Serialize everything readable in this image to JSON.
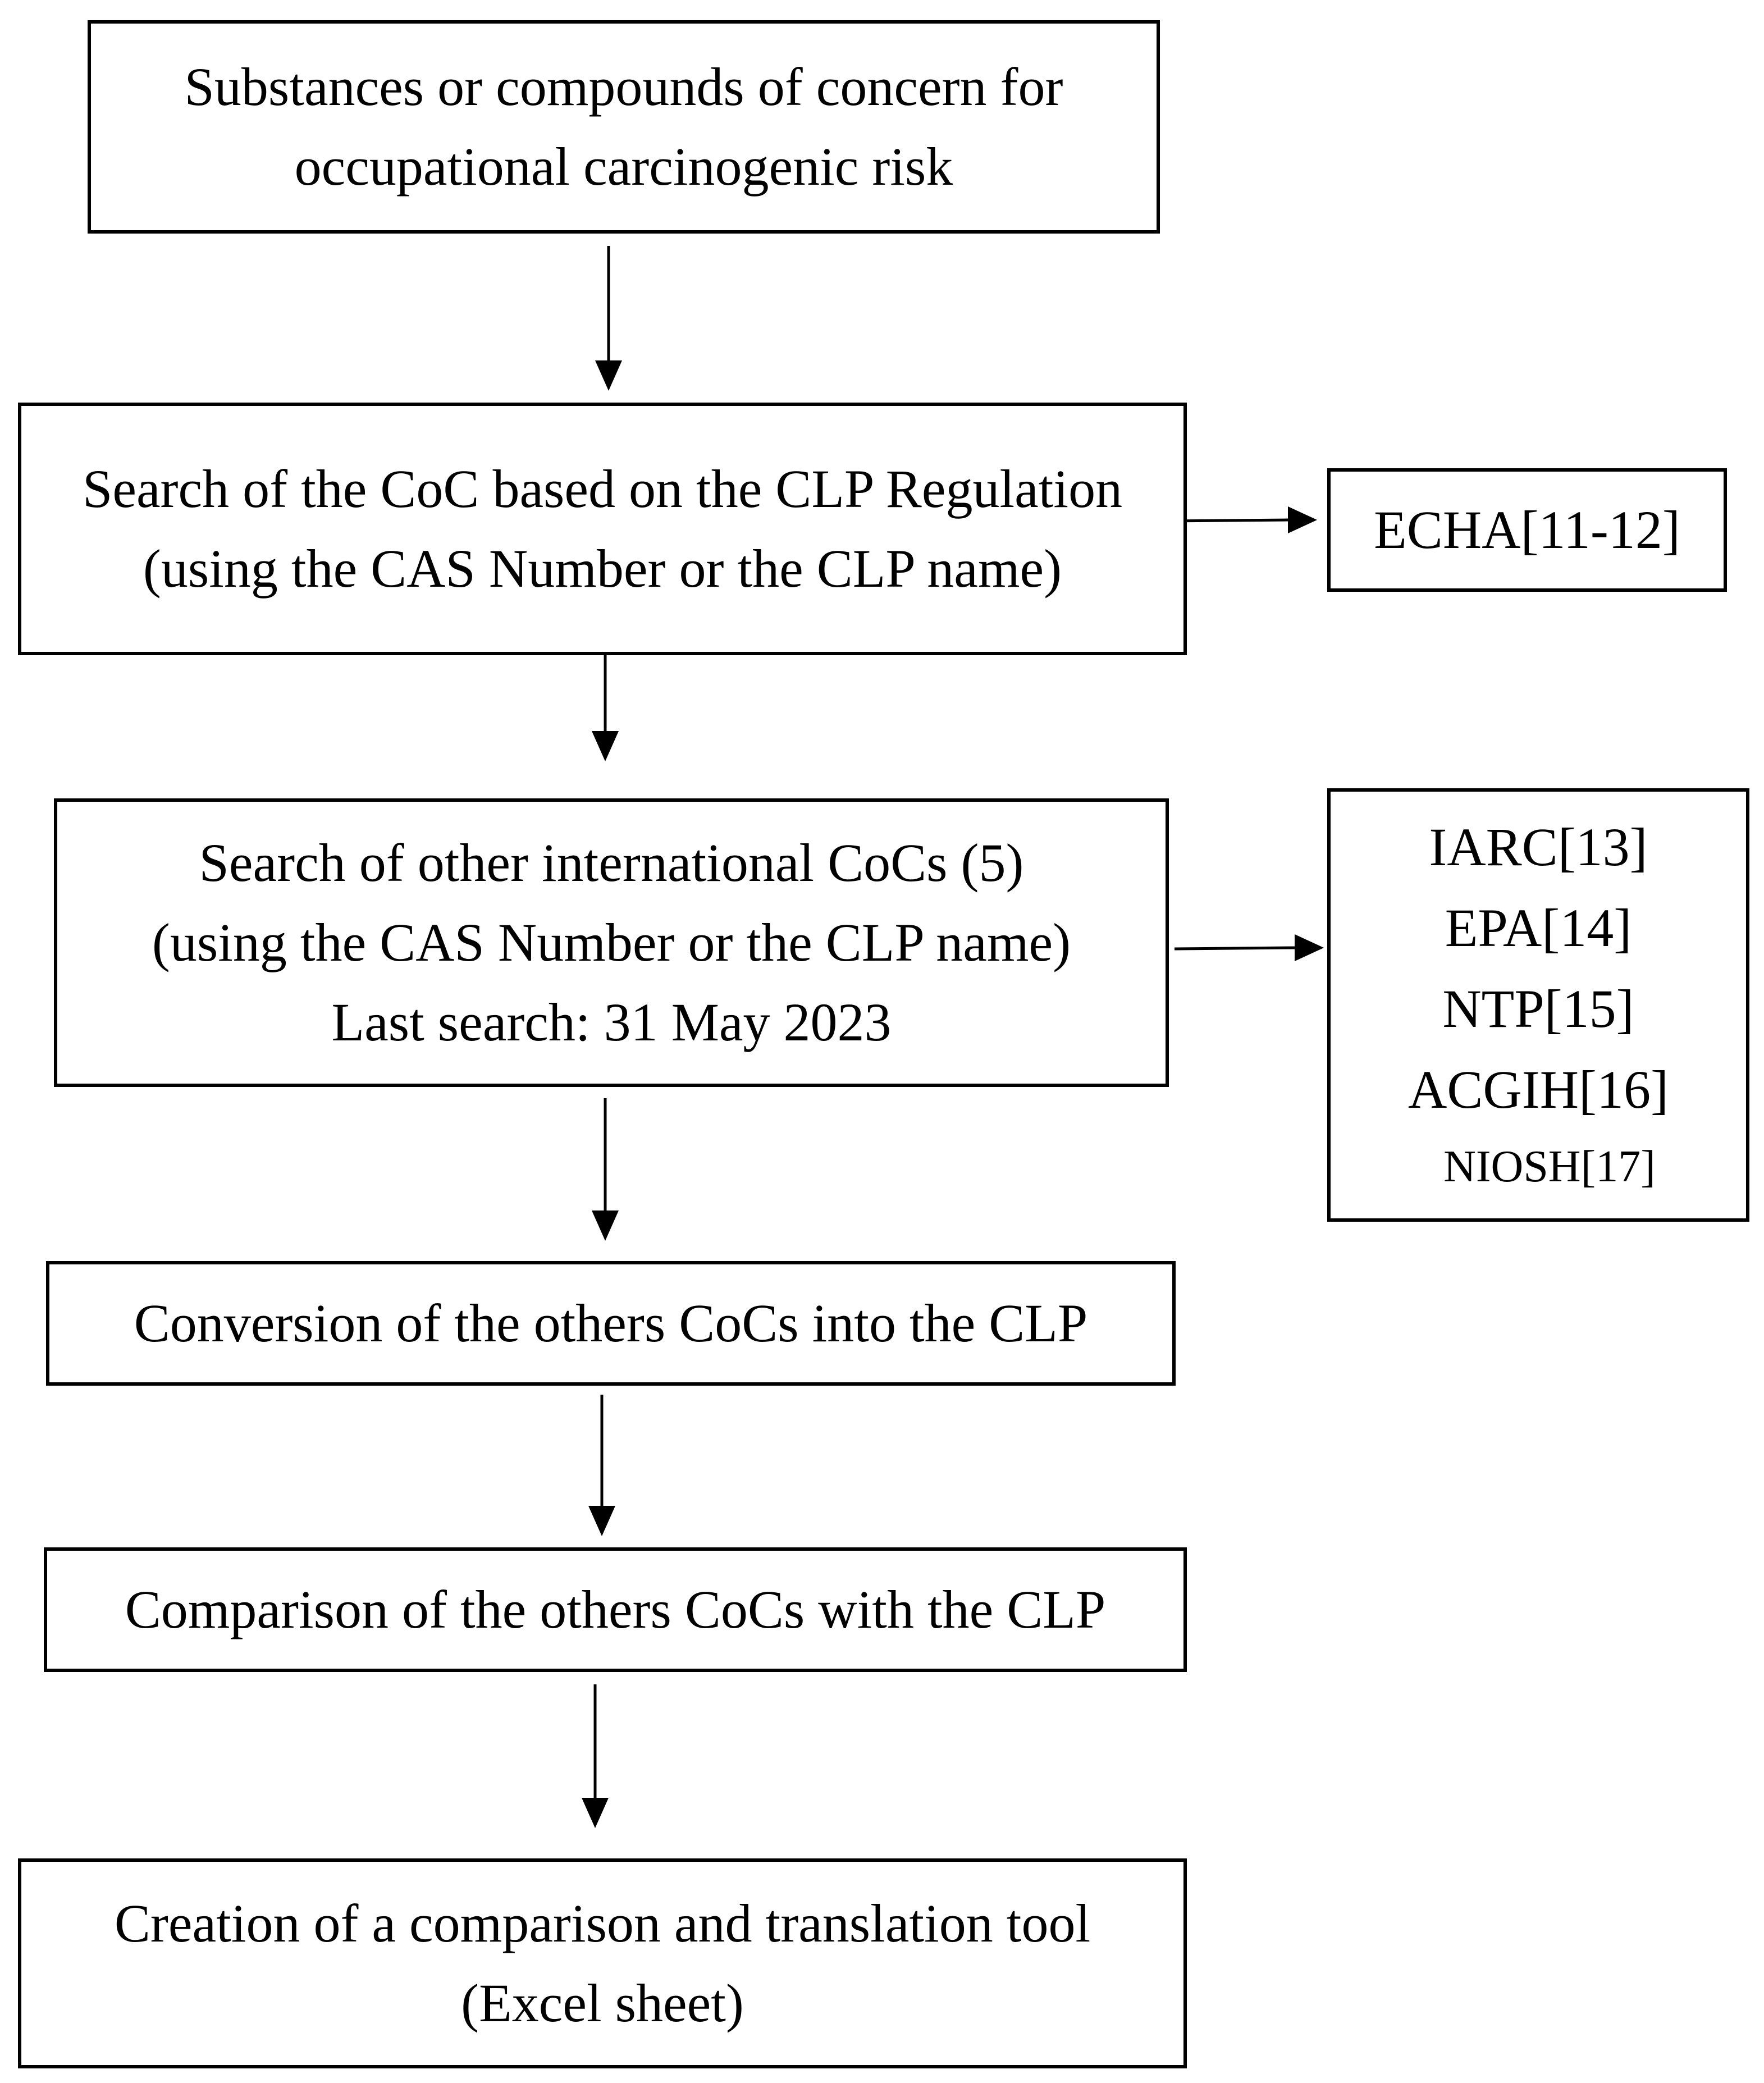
{
  "flow": {
    "step1": {
      "line1": "Substances or compounds of concern for",
      "line2": "occupational carcinogenic risk"
    },
    "step2": {
      "line1": "Search of the CoC based on the CLP Regulation",
      "line2": "(using the CAS Number or the CLP name)"
    },
    "step3": {
      "line1": "Search of other international CoCs (5)",
      "line2": "(using the CAS Number or the CLP name)",
      "line3": "Last search: 31 May 2023"
    },
    "step4": {
      "line1": "Conversion of the others CoCs into the CLP"
    },
    "step5": {
      "line1": "Comparison of the others CoCs with the CLP"
    },
    "step6": {
      "line1": "Creation of a comparison and translation tool",
      "line2": "(Excel sheet)"
    }
  },
  "sources": {
    "echa": "ECHA[11-12]",
    "international": [
      "IARC[13]",
      "EPA[14]",
      "NTP[15]",
      "ACGIH[16]",
      "NIOSH[17]"
    ]
  }
}
